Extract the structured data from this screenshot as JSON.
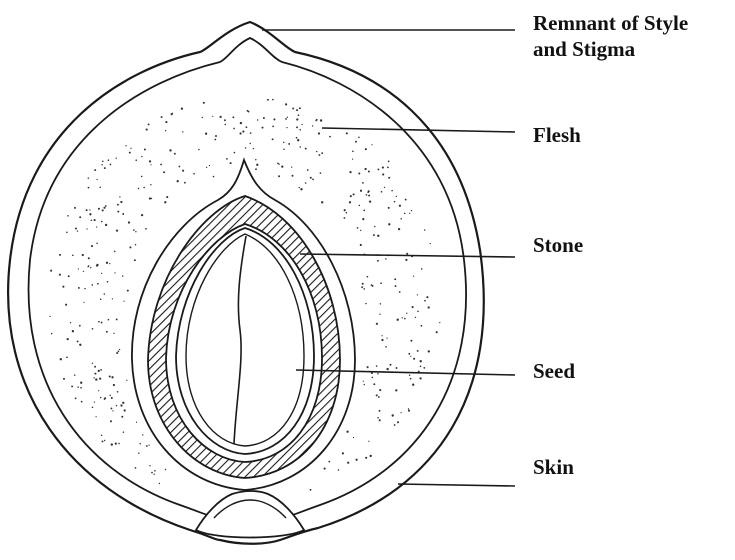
{
  "labels": {
    "remnant_line1": "Remnant of Style",
    "remnant_line2": "and Stigma",
    "flesh": "Flesh",
    "stone": "Stone",
    "seed": "Seed",
    "skin": "Skin"
  },
  "colors": {
    "ink": "#1a1a1a",
    "background": "#ffffff"
  }
}
